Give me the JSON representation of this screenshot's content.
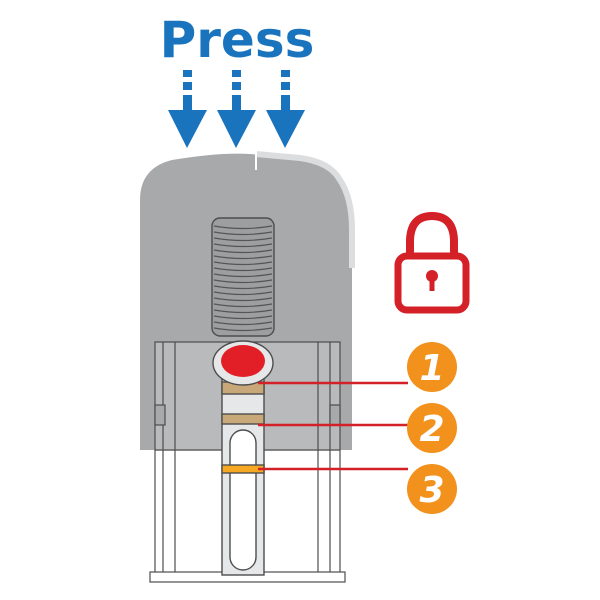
{
  "title": "Press",
  "callouts": [
    {
      "label": "1"
    },
    {
      "label": "2"
    },
    {
      "label": "3"
    }
  ],
  "colors": {
    "arrow_blue": "#1a73bd",
    "lock_red": "#d42027",
    "button_red": "#e21e26",
    "callout_orange": "#f2911c",
    "housing_gray": "#a7a9ab",
    "leader_red": "#d42027"
  },
  "icons": {
    "lock": "padlock-closed-icon",
    "arrow": "arrow-down-icon"
  }
}
